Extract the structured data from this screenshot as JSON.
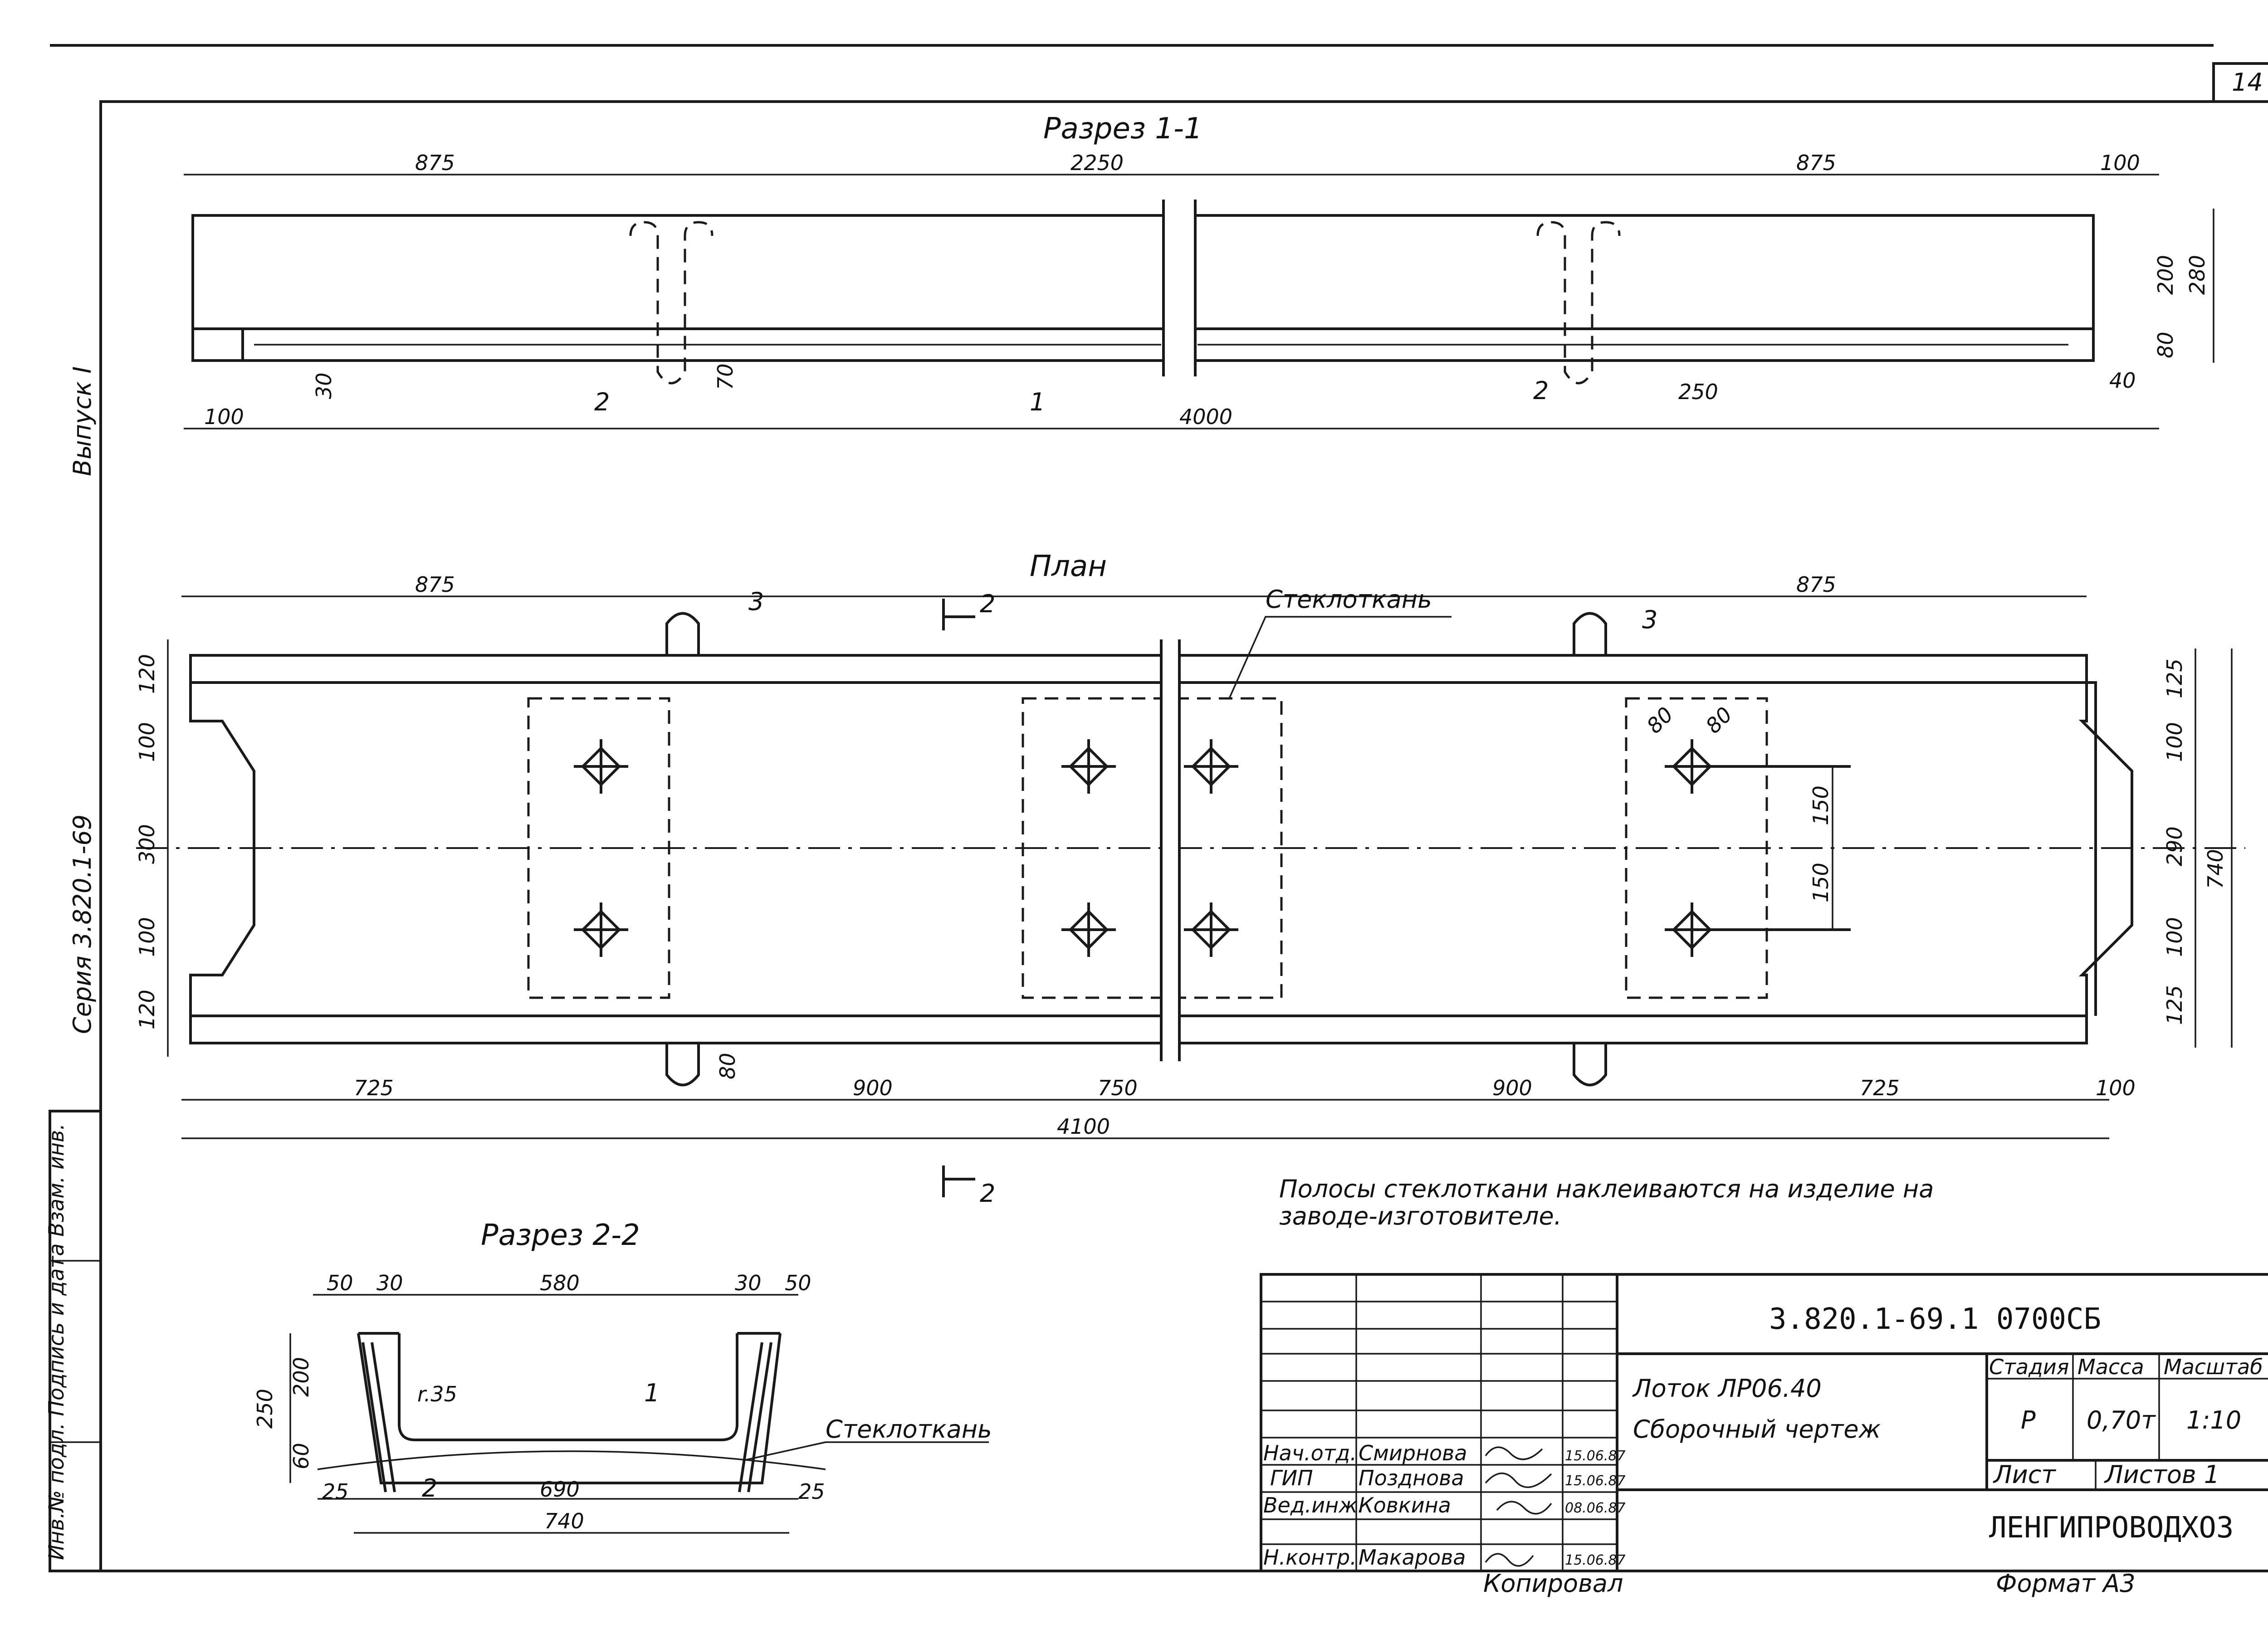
{
  "sheet_number": "14",
  "side_labels": {
    "issue": "Выпуск I",
    "series": "Серия 3.820.1-69",
    "stamp_text": "Инв.№ подл. Подпись и дата Взам. инв."
  },
  "section_1": {
    "title": "Разрез 1-1",
    "dims_top": [
      "875",
      "2250",
      "875",
      "100"
    ],
    "dims_right": [
      "200",
      "280",
      "80",
      "40"
    ],
    "dims_bottom": [
      "100",
      "4000",
      "250"
    ],
    "dim_30": "30",
    "dim_70": "70",
    "callouts": [
      "2",
      "1",
      "2"
    ]
  },
  "plan": {
    "title": "План",
    "dims_top": [
      "875",
      "875"
    ],
    "callout_3": "3",
    "section_marker": "2",
    "fiberglass_label": "Стеклоткань",
    "dims_left": [
      "120",
      "100",
      "300",
      "100",
      "120"
    ],
    "dims_right": [
      "125",
      "100",
      "290",
      "100",
      "125",
      "740"
    ],
    "dims_inner": [
      "150",
      "150",
      "80",
      "80",
      "80"
    ],
    "dims_bottom": [
      "725",
      "900",
      "750",
      "900",
      "725",
      "100"
    ],
    "dim_total": "4100"
  },
  "note": {
    "line1": "Полосы стеклоткани наклеиваются на изделие на",
    "line2": "заводе-изготовителе."
  },
  "section_2": {
    "title": "Разрез 2-2",
    "dims_top": [
      "50",
      "30",
      "580",
      "30",
      "50"
    ],
    "dims_left": [
      "250",
      "200",
      "60"
    ],
    "radius": "r.35",
    "callout_1": "1",
    "callout_2": "2",
    "fiberglass_label": "Стеклоткань",
    "dims_bottom": [
      "25",
      "690",
      "25"
    ],
    "dim_total": "740"
  },
  "title_block": {
    "doc_code": "3.820.1-69.1  0700СБ",
    "name_line1": "Лоток ЛР06.40",
    "name_line2": "Сборочный чертеж",
    "col_stage": "Стадия",
    "col_mass": "Масса",
    "col_scale": "Масштаб",
    "stage": "Р",
    "mass": "0,70т",
    "scale": "1:10",
    "sheet_label": "Лист",
    "sheets_label": "Листов 1",
    "org": "ЛЕНГИПРОВОДХОЗ",
    "people": [
      {
        "role": "Нач.отд.",
        "name": "Смирнова",
        "date": "15.06.87"
      },
      {
        "role": "ГИП",
        "name": "Позднова",
        "date": "15.06.87"
      },
      {
        "role": "Вед.инж.",
        "name": "Ковкина",
        "date": "08.06.87"
      },
      {
        "role": "Н.контр.",
        "name": "Макарова",
        "date": "15.06.87"
      }
    ],
    "copied_by": "Копировал",
    "format": "Формат А3"
  }
}
